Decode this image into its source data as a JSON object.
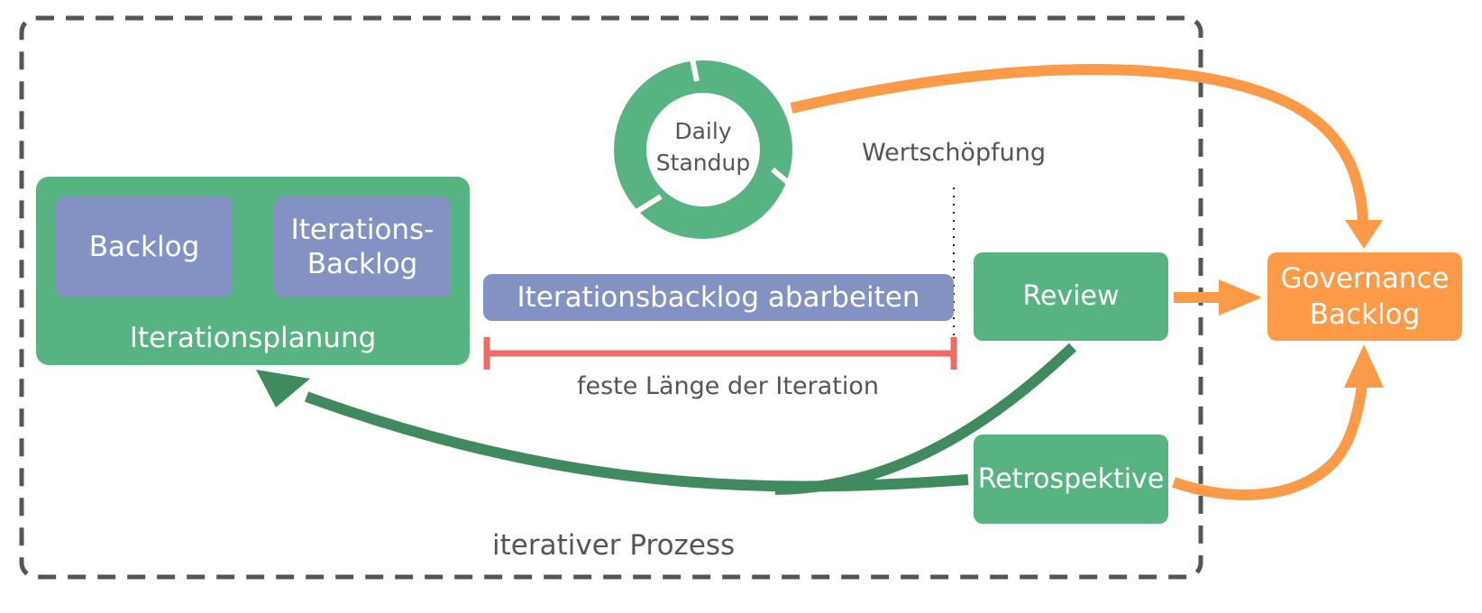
{
  "diagram": {
    "outer_frame_label": "iterativer Prozess",
    "daily_standup": {
      "line1": "Daily",
      "line2": "Standup"
    },
    "value_creation_label": "Wertschöpfung",
    "iteration_planning": {
      "label": "Iterationsplanung",
      "backlog": "Backlog",
      "iteration_backlog_line1": "Iterations-",
      "iteration_backlog_line2": "Backlog"
    },
    "work_bar_label": "Iterationsbacklog abarbeiten",
    "fixed_length_label": "feste Länge der Iteration",
    "review": "Review",
    "retrospective": "Retrospektive",
    "governance_backlog": {
      "line1": "Governance",
      "line2": "Backlog"
    },
    "colors": {
      "green": "#58b382",
      "dark_green": "#408a60",
      "blue": "#8491c3",
      "orange": "#fd9a47",
      "red": "#f16b64",
      "frame": "#555555"
    }
  }
}
